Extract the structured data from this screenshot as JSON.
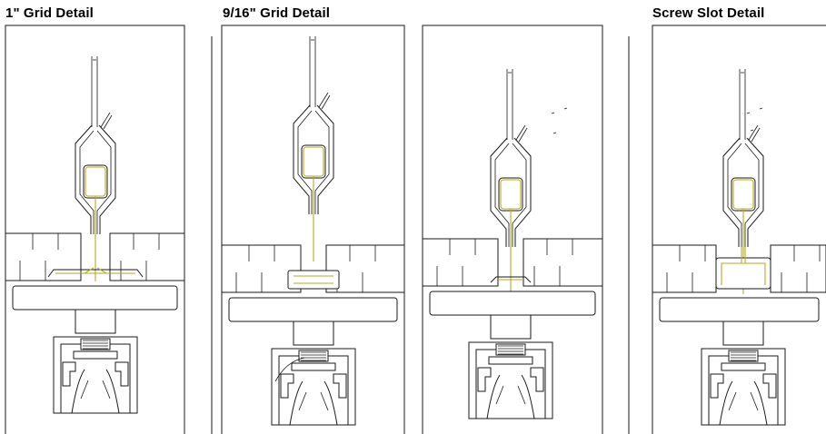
{
  "titles": {
    "grid_1in": "1\" Grid Detail",
    "grid_9_16": "9/16\" Grid Detail",
    "screw_slot": "Screw Slot Detail"
  },
  "colors": {
    "line": "#1a1a1a",
    "highlight": "#b9aa1e",
    "background": "#ffffff"
  }
}
